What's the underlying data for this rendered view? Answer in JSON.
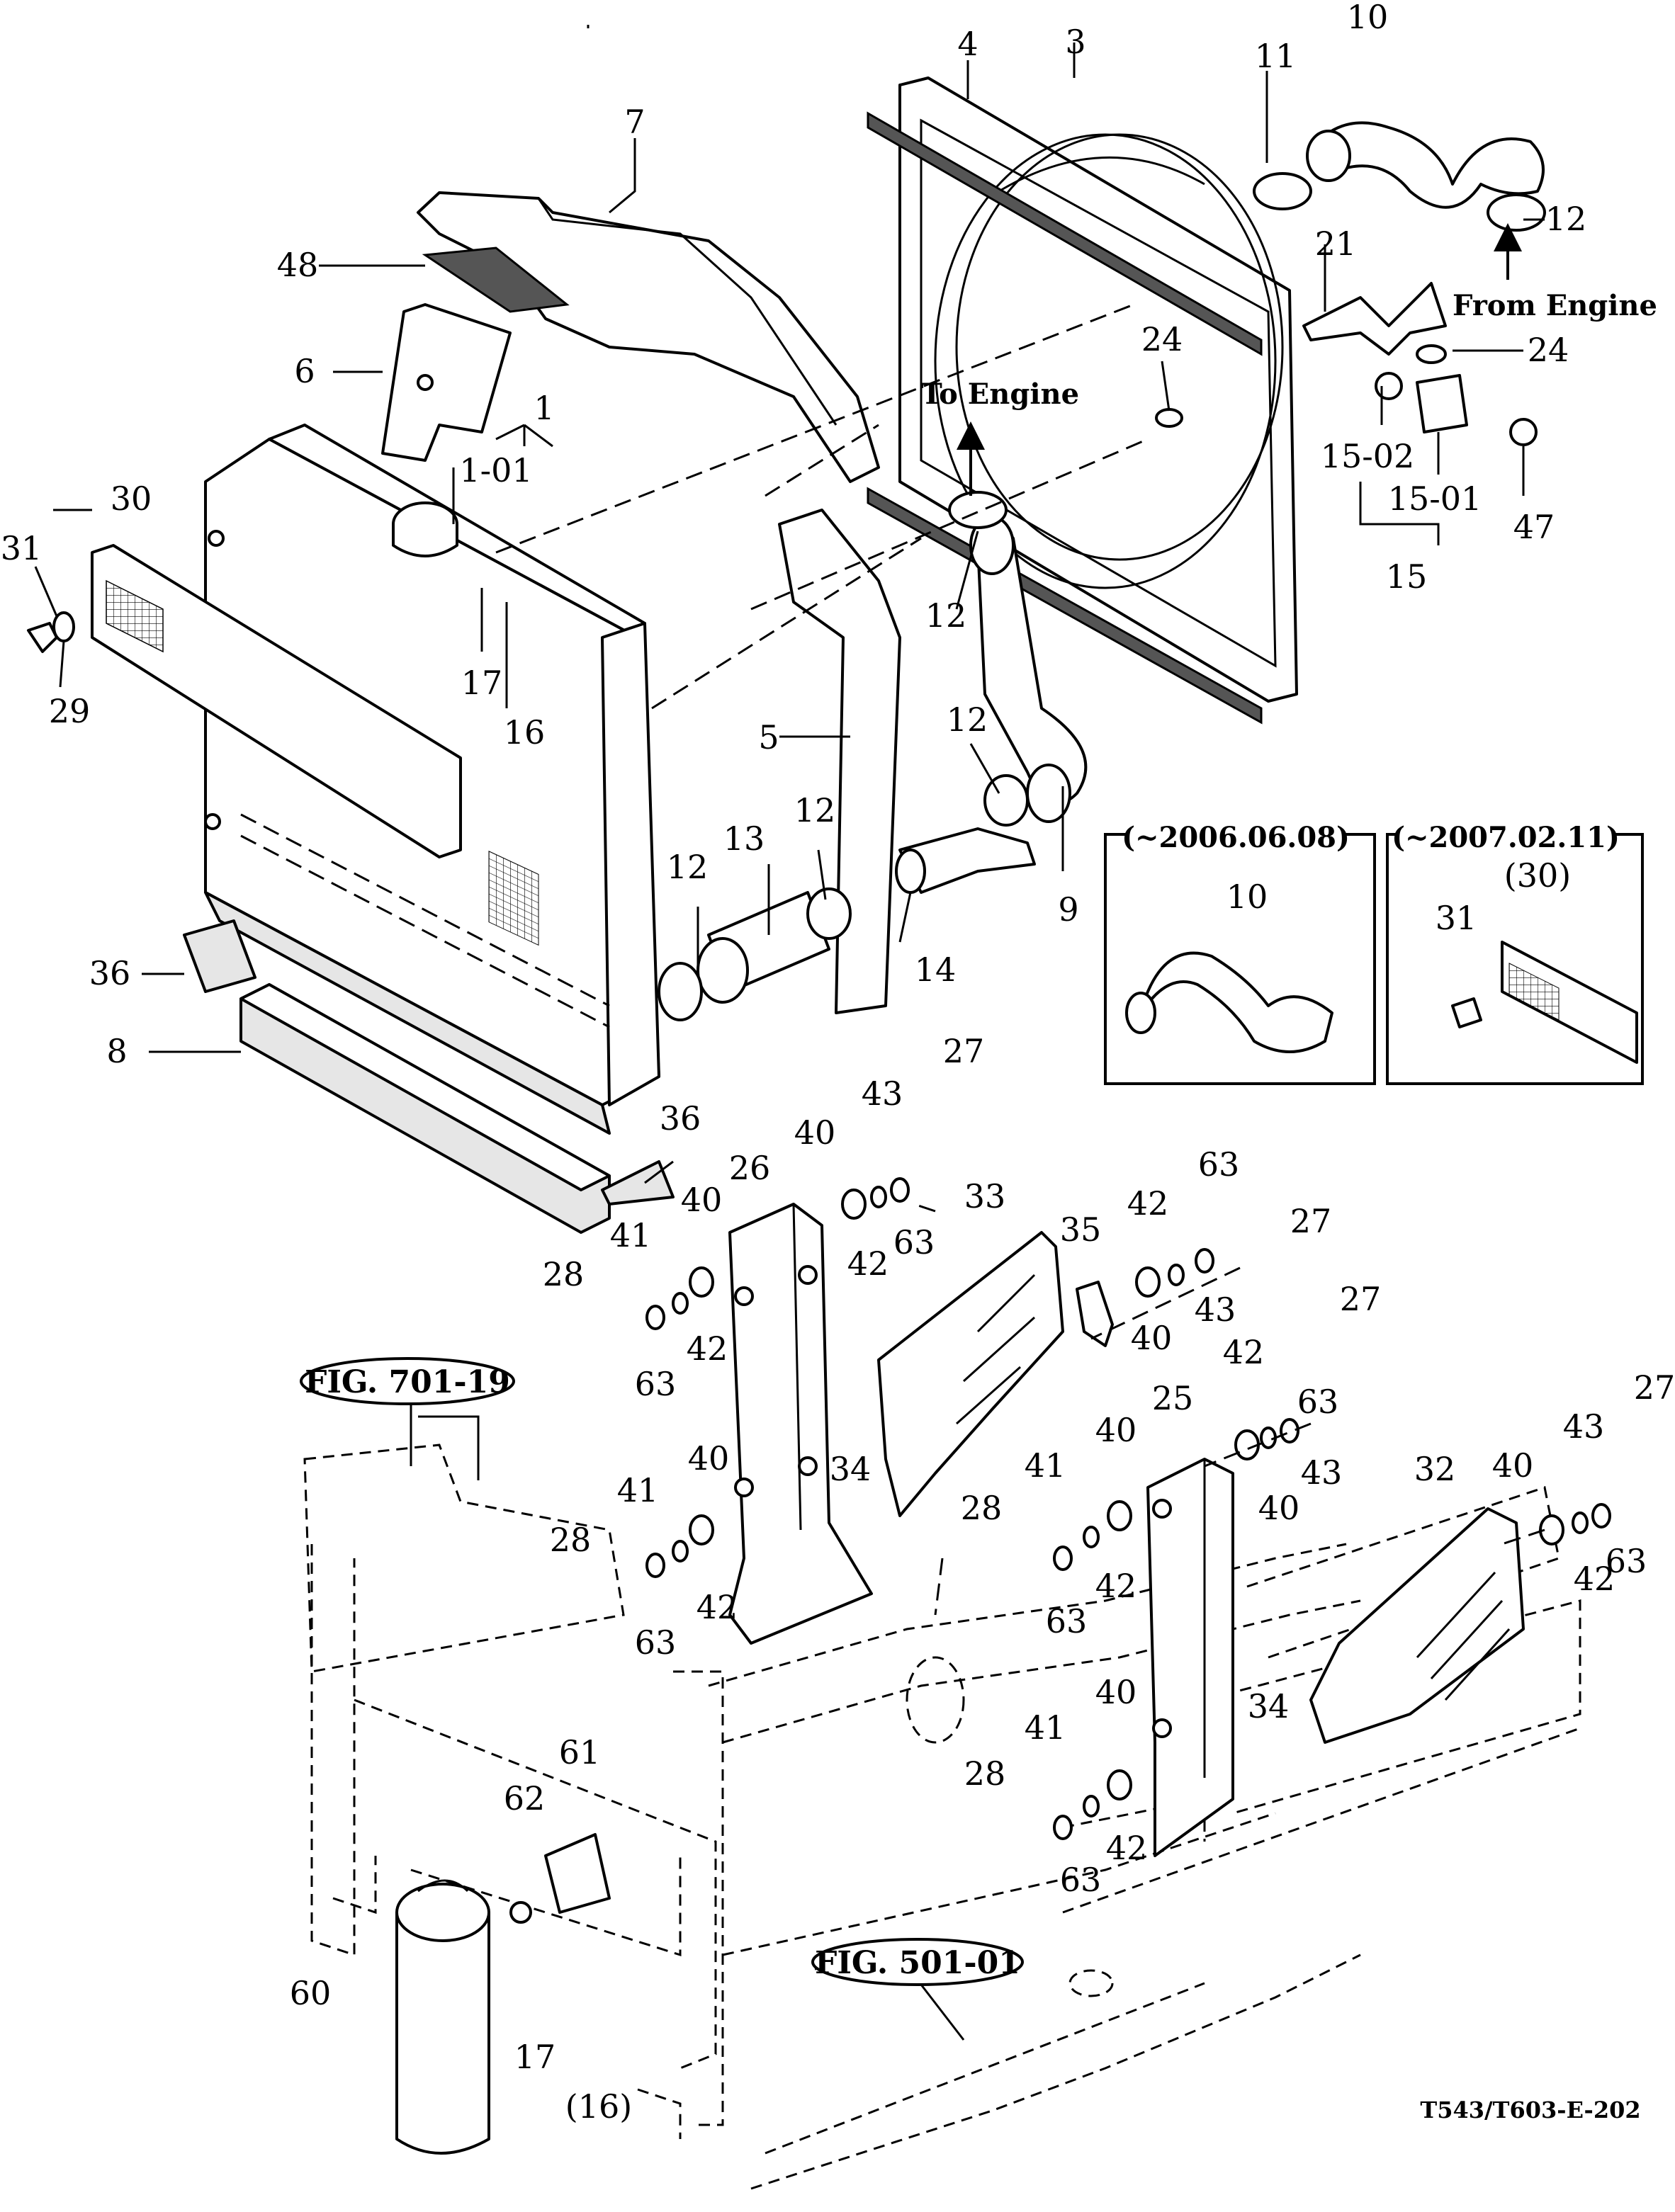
{
  "drawing_code": "T543/T603-E-202",
  "figure_refs": {
    "fig_701_19": "FIG. 701-19",
    "fig_501_01": "FIG. 501-01"
  },
  "flow_labels": {
    "to_engine": "To Engine",
    "from_engine": "From Engine"
  },
  "insets": {
    "left_title": "(~2006.06.08)",
    "right_title": "(~2007.02.11)",
    "left_part": "10",
    "right_part_ref": "(30)",
    "right_part": "31"
  },
  "callouts": {
    "c1": "1",
    "c1_01": "1-01",
    "c3": "3",
    "c4": "4",
    "c5": "5",
    "c6": "6",
    "c7": "7",
    "c8": "8",
    "c9": "9",
    "c10": "10",
    "c11": "11",
    "c12a": "12",
    "c12b": "12",
    "c12c": "12",
    "c12d": "12",
    "c12e": "12",
    "c13": "13",
    "c14": "14",
    "c15": "15",
    "c15_01": "15-01",
    "c15_02": "15-02",
    "c16": "16",
    "c17": "17",
    "c17b": "17",
    "c16b": "(16)",
    "c21": "21",
    "c24a": "24",
    "c24b": "24",
    "c25": "25",
    "c26": "26",
    "c27a": "27",
    "c27b": "27",
    "c27c": "27",
    "c27d": "27",
    "c28a": "28",
    "c28b": "28",
    "c28c": "28",
    "c28d": "28",
    "c29": "29",
    "c30": "30",
    "c31": "31",
    "c32": "32",
    "c33": "33",
    "c34a": "34",
    "c34b": "34",
    "c35": "35",
    "c36a": "36",
    "c36b": "36",
    "c40a": "40",
    "c40b": "40",
    "c40c": "40",
    "c40d": "40",
    "c40e": "40",
    "c40f": "40",
    "c40g": "40",
    "c40h": "40",
    "c41a": "41",
    "c41b": "41",
    "c41c": "41",
    "c41d": "41",
    "c42a": "42",
    "c42b": "42",
    "c42c": "42",
    "c42d": "42",
    "c42e": "42",
    "c42f": "42",
    "c42g": "42",
    "c42h": "42",
    "c43a": "43",
    "c43b": "43",
    "c43c": "43",
    "c43d": "43",
    "c47": "47",
    "c48": "48",
    "c60": "60",
    "c61": "61",
    "c62": "62",
    "c63a": "63",
    "c63b": "63",
    "c63c": "63",
    "c63d": "63",
    "c63e": "63",
    "c63f": "63",
    "c63g": "63",
    "c63h": "63"
  }
}
